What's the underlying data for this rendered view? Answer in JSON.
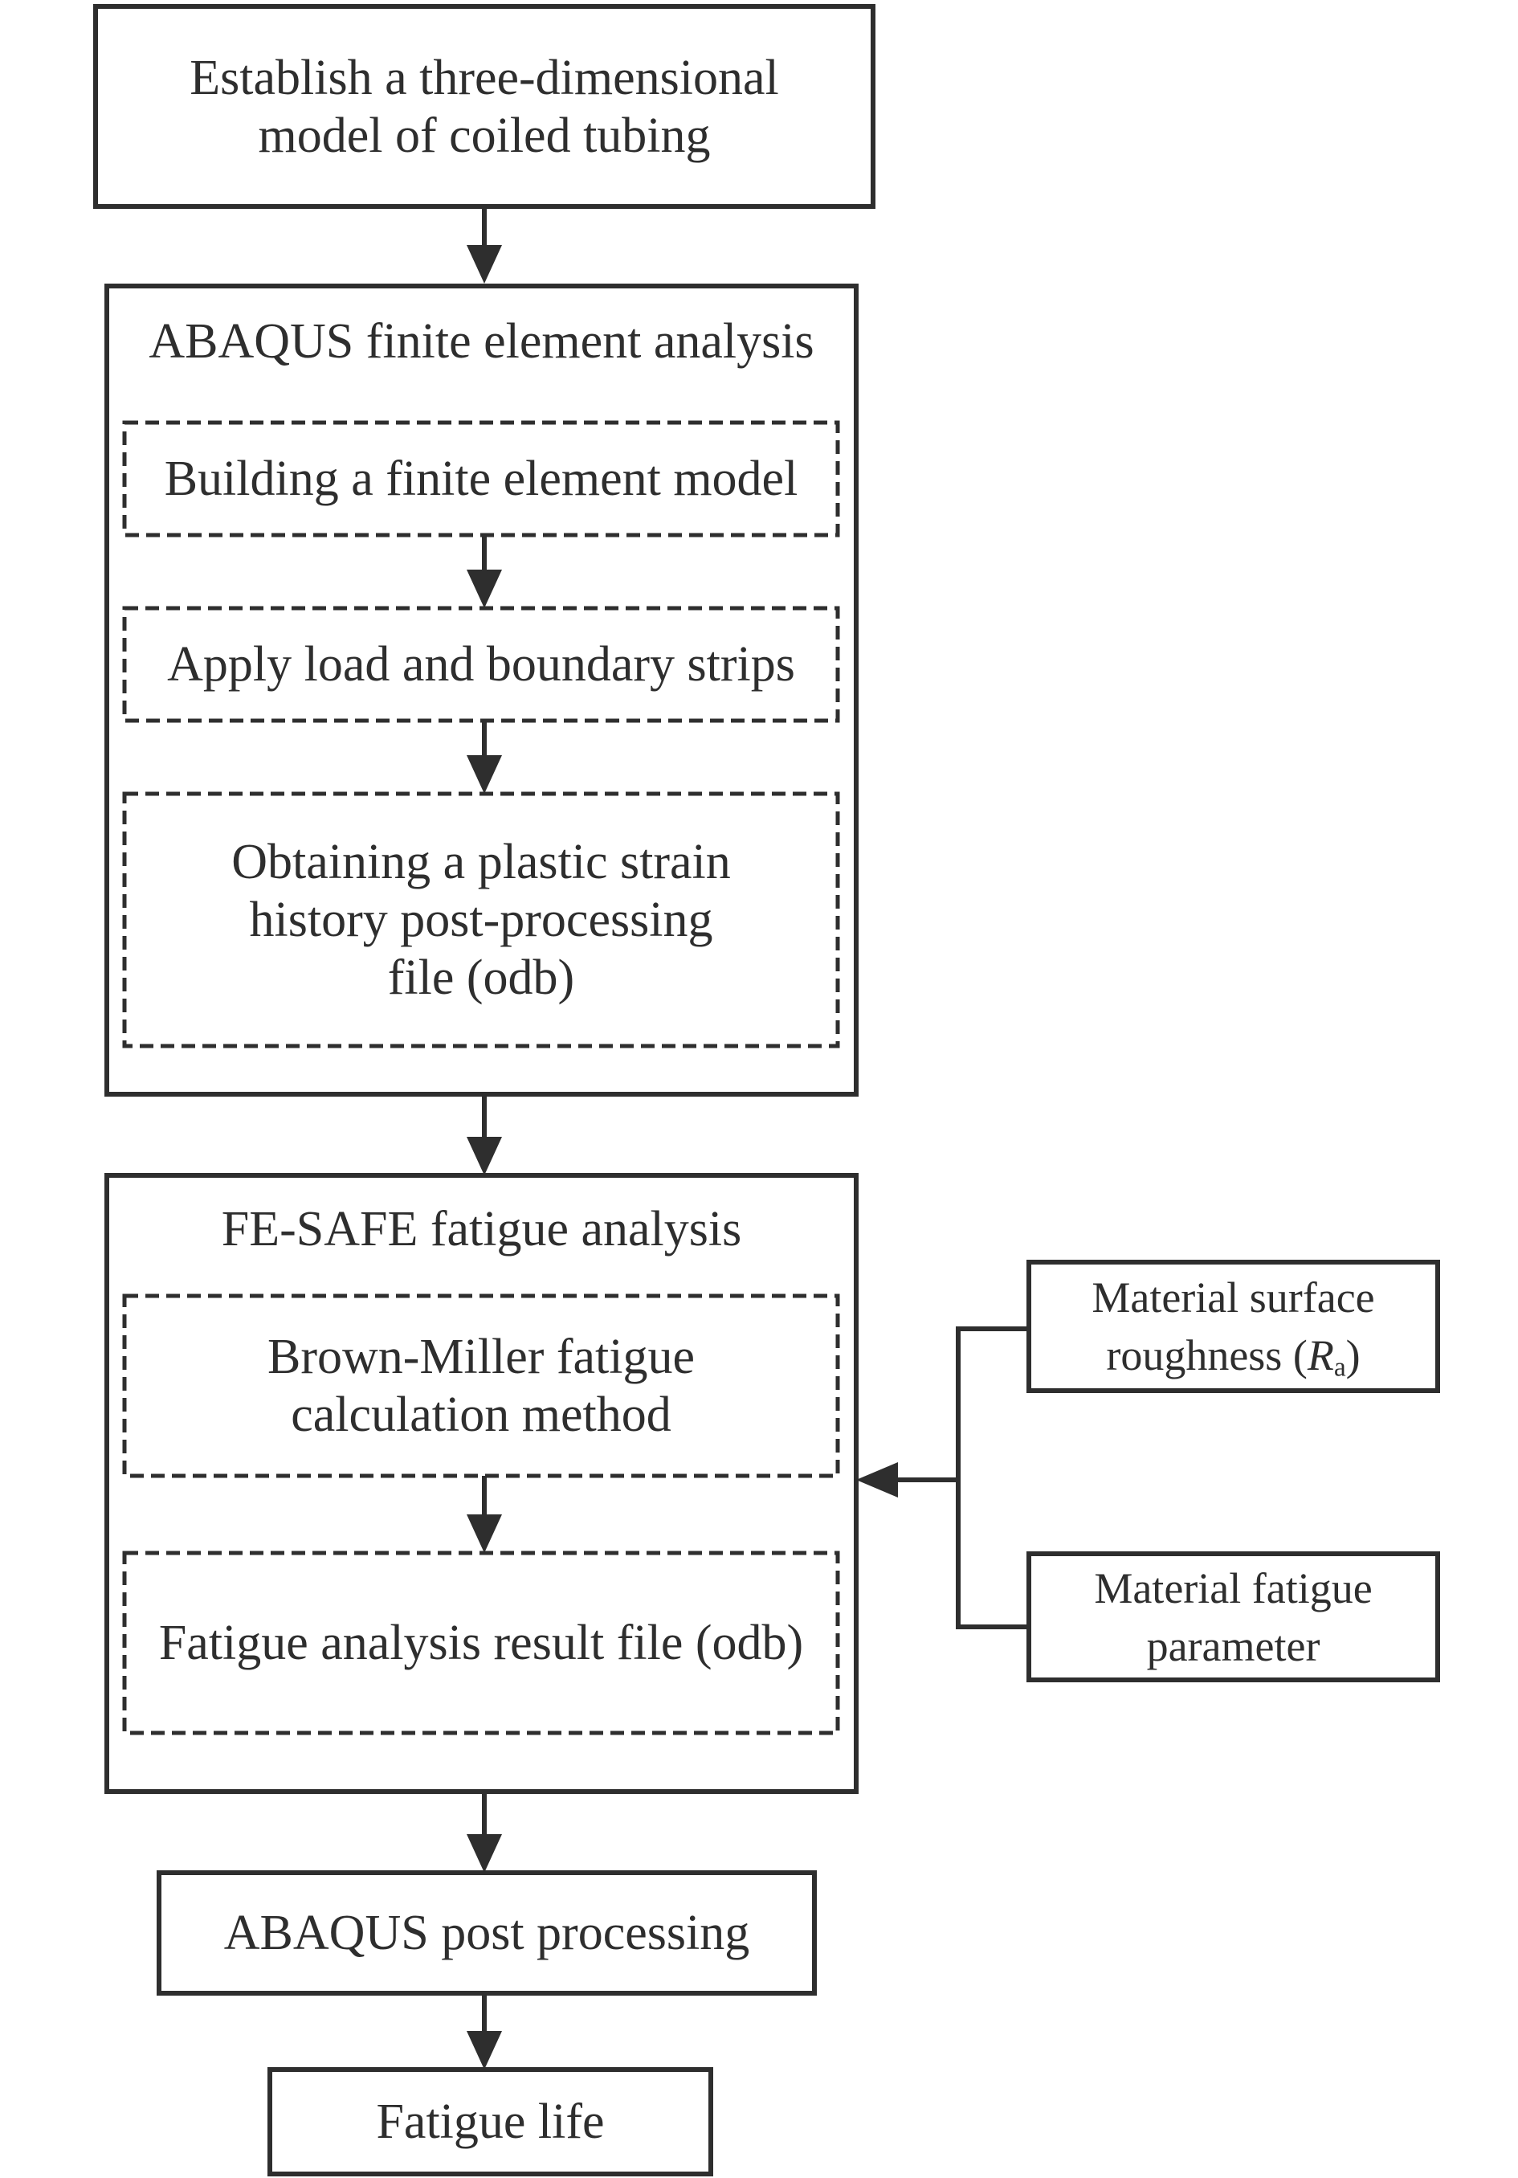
{
  "style": {
    "ink_color": "#2e2e2e",
    "background_color": "#ffffff"
  },
  "nodes": {
    "establish": {
      "line1": "Establish a three-dimensional",
      "line2": "model of coiled tubing"
    },
    "abaqus": {
      "title": "ABAQUS finite element analysis",
      "steps": {
        "build_model": "Building a finite element model",
        "apply_load": "Apply load and boundary strips",
        "strain_file": {
          "line1": "Obtaining a plastic strain",
          "line2": "history post-processing",
          "line3": "file (odb)"
        }
      }
    },
    "fesafe": {
      "title": "FE-SAFE fatigue analysis",
      "steps": {
        "brown_miller": {
          "line1": "Brown-Miller fatigue",
          "line2": "calculation method"
        },
        "result_file": "Fatigue analysis result file (odb)"
      }
    },
    "post_processing": "ABAQUS post processing",
    "fatigue_life": "Fatigue life",
    "roughness": {
      "line1": "Material surface",
      "line2_prefix": "roughness (",
      "line2_symbol": "R",
      "line2_subscript": "a",
      "line2_suffix": ")"
    },
    "fatigue_parameter": {
      "line1": "Material fatigue",
      "line2": "parameter"
    }
  }
}
